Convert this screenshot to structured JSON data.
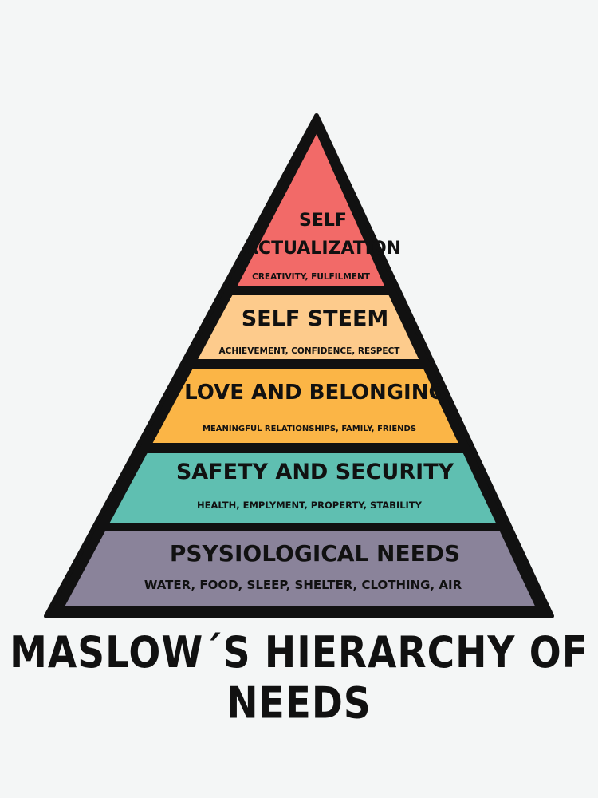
{
  "title": "MASLOW´S HIERARCHY OF NEEDS",
  "levels": [
    {
      "name_lines": [
        "SELF",
        "ACTUALIZATION"
      ],
      "details": "CREATIVITY, FULFILMENT",
      "color": "#F26A68"
    },
    {
      "name_lines": [
        "SELF STEEM"
      ],
      "details": "ACHIEVEMENT, CONFIDENCE, RESPECT",
      "color": "#FDCB8C"
    },
    {
      "name_lines": [
        "LOVE AND BELONGING"
      ],
      "details": "MEANINGFUL RELATIONSHIPS, FAMILY, FRIENDS",
      "color": "#FBB546"
    },
    {
      "name_lines": [
        "SAFETY AND SECURITY"
      ],
      "details": "HEALTH, EMPLYMENT, PROPERTY, STABILITY",
      "color": "#5FBFB1"
    },
    {
      "name_lines": [
        "PSYSIOLOGICAL NEEDS"
      ],
      "details": "WATER, FOOD, SLEEP, SHELTER, CLOTHING, AIR",
      "color": "#8A839A"
    }
  ]
}
